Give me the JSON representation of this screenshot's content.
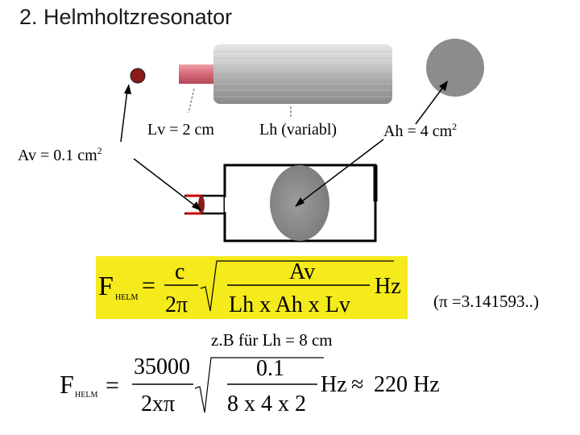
{
  "title": "2. Helmholtzresonator",
  "labels": {
    "lv": "Lv = 2 cm",
    "lh": "Lh (variabl)",
    "ah": "Ah = 4 cm",
    "ah_exp": "2",
    "av": "Av = 0.1 cm",
    "av_exp": "2"
  },
  "formula": {
    "F": "F",
    "F_sub": "HELM",
    "eq": "=",
    "num": "c",
    "den": "2π",
    "root_num": "Av",
    "root_den": "Lh x  Ah x Lv",
    "unit": "Hz"
  },
  "pi_note": "(π =3.141593..)",
  "example": {
    "caption": "z.B für Lh = 8 cm",
    "F": "F",
    "F_sub": "HELM",
    "eq": "=",
    "num": "35000",
    "den": "2xπ",
    "root_num": "0.1",
    "root_den": "8 x 4 x 2",
    "unit": "Hz",
    "approx": "≈",
    "result": "220 Hz"
  },
  "colors": {
    "formula_bg": "#f5ea1c",
    "neck_red": "#d46a78",
    "body_gray": "#b8b8b8",
    "disc_gray": "#8c8c8c",
    "dot_red": "#8b1a1a"
  }
}
